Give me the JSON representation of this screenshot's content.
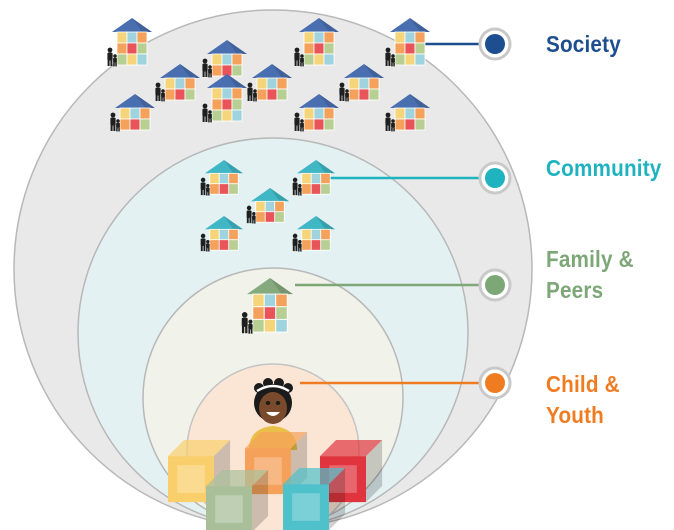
{
  "levels": [
    {
      "key": "society",
      "line1": "Society",
      "line2": "",
      "color": "#1d4e8f",
      "fill": "#e8e8e8"
    },
    {
      "key": "community",
      "line1": "Community",
      "line2": "",
      "color": "#1fb3c0",
      "fill": "#e4f2f4"
    },
    {
      "key": "family",
      "line1": "Family &",
      "line2": "Peers",
      "color": "#7ea778",
      "fill": "#f0f2e8"
    },
    {
      "key": "child",
      "line1": "Child &",
      "line2": "Youth",
      "color": "#f07c22",
      "fill": "#fbe7d6"
    }
  ],
  "building_colors": {
    "roof_society": "#4a6fb0",
    "roof_community": "#3fb7c4",
    "roof_family": "#86aa7e",
    "wall_a": "#f6d47a",
    "wall_b": "#9fd3de",
    "wall_c": "#f4a25b",
    "wall_d": "#e9535a",
    "wall_e": "#b7cf93"
  },
  "block_colors": [
    "#f8cf6b",
    "#f5a15a",
    "#e0353f",
    "#a9bf9a",
    "#4fc1cb"
  ],
  "icons": [
    "house-icon",
    "people-icon",
    "child-face-icon",
    "toy-block-icon"
  ]
}
